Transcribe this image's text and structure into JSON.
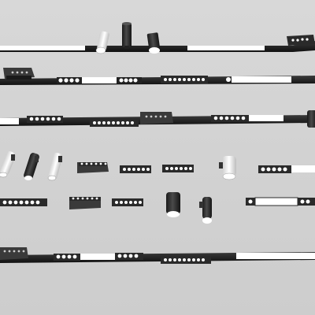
{
  "scene": {
    "subject": "track-lighting-fixtures-product-render",
    "background_color": "#d4d4d4",
    "colors": {
      "black_body": "#2a2a2a",
      "dark_grey_body": "#4a4a4a",
      "white_body": "#f2f2f2",
      "led_white": "#ffffff",
      "track_black": "#1e1e1e"
    },
    "rows": [
      "track-row-1",
      "track-row-2",
      "track-row-3",
      "loose-fixtures-row-1",
      "loose-fixtures-row-2",
      "track-row-4"
    ]
  }
}
